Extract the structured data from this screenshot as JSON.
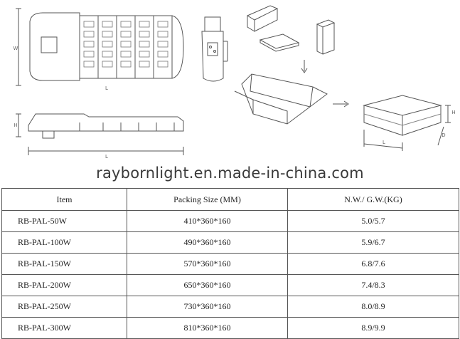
{
  "dimension_labels": {
    "top_view_length": "L",
    "top_view_width": "W",
    "side_view_height": "H",
    "side_view_length": "L",
    "box_height": "H",
    "box_depth": "D",
    "box_length": "L"
  },
  "watermark": "raybornlight.en.made-in-china.com",
  "table": {
    "headers": [
      "Item",
      "Packing Size (MM)",
      "N.W./ G.W.(KG)"
    ],
    "rows": [
      [
        "RB-PAL-50W",
        "410*360*160",
        "5.0/5.7"
      ],
      [
        "RB-PAL-100W",
        "490*360*160",
        "5.9/6.7"
      ],
      [
        "RB-PAL-150W",
        "570*360*160",
        "6.8/7.6"
      ],
      [
        "RB-PAL-200W",
        "650*360*160",
        "7.4/8.3"
      ],
      [
        "RB-PAL-250W",
        "730*360*160",
        "8.0/8.9"
      ],
      [
        "RB-PAL-300W",
        "810*360*160",
        "8.9/9.9"
      ]
    ]
  }
}
